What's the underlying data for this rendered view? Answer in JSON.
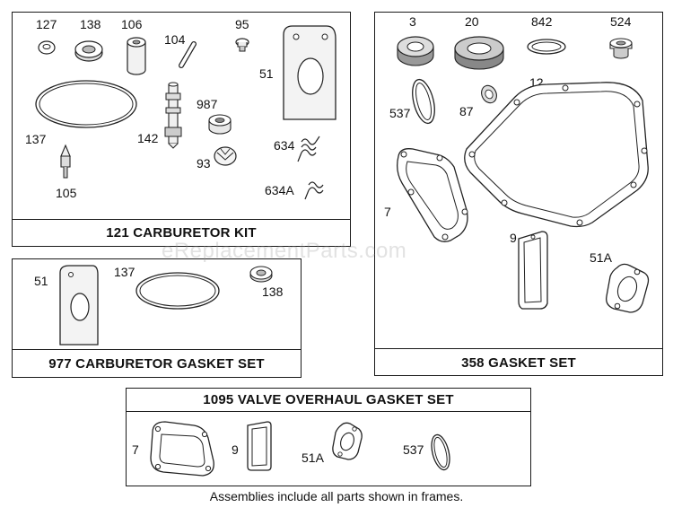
{
  "watermark": "eReplacementParts.com",
  "footnote": "Assemblies include all parts shown in frames.",
  "kits": {
    "carb_kit": {
      "title": "121 CARBURETOR KIT",
      "parts": [
        "127",
        "138",
        "106",
        "104",
        "95",
        "51",
        "137",
        "142",
        "987",
        "93",
        "634",
        "105",
        "634A"
      ]
    },
    "carb_gasket_set": {
      "title": "977 CARBURETOR GASKET SET",
      "parts": [
        "51",
        "137",
        "138"
      ]
    },
    "gasket_set": {
      "title": "358 GASKET SET",
      "parts": [
        "3",
        "20",
        "842",
        "524",
        "537",
        "87",
        "12",
        "7",
        "9",
        "51A"
      ]
    },
    "valve_set": {
      "title": "1095 VALVE OVERHAUL GASKET SET",
      "parts": [
        "7",
        "9",
        "51A",
        "537"
      ]
    }
  }
}
